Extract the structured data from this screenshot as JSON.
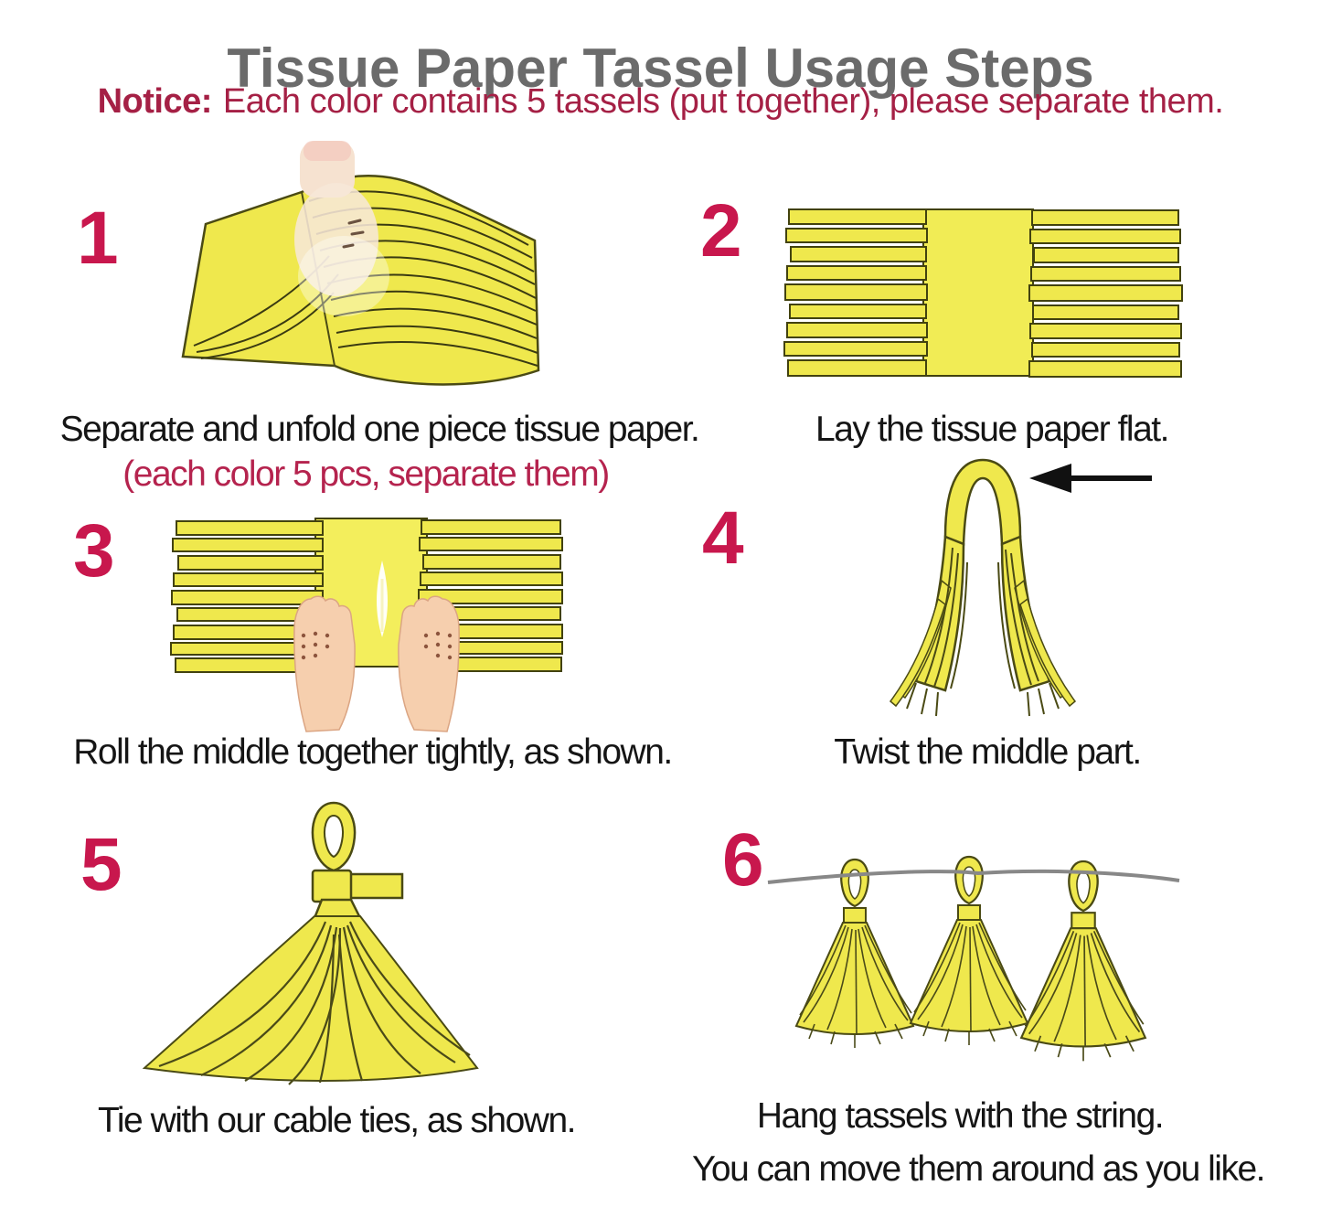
{
  "title": "Tissue Paper Tassel Usage Steps",
  "notice": {
    "label": "Notice:",
    "text": "Each color contains 5 tassels (put together), please separate them."
  },
  "steps": [
    {
      "number": "1",
      "caption": "Separate and unfold one piece tissue paper.",
      "subcaption": "(each color 5 pcs, separate them)",
      "illustration": "hand-separating-folded-tissue"
    },
    {
      "number": "2",
      "caption": "Lay the tissue paper flat.",
      "illustration": "flat-fringed-tissue-paper"
    },
    {
      "number": "3",
      "caption": "Roll the middle together tightly, as shown.",
      "illustration": "hands-rolling-middle"
    },
    {
      "number": "4",
      "caption": "Twist the middle part.",
      "illustration": "twisted-tassel-with-arrow"
    },
    {
      "number": "5",
      "caption": "Tie with our cable ties, as shown.",
      "illustration": "tassel-tied-with-cable-tie"
    },
    {
      "number": "6",
      "caption": "Hang tassels with the string.",
      "caption2": "You can move them around as you like.",
      "illustration": "three-tassels-hanging-on-string"
    }
  ],
  "colors": {
    "title_gray": "#6b6b6b",
    "step_number_crimson": "#c8174d",
    "notice_crimson": "#a52045",
    "subcaption_crimson": "#b5234e",
    "caption_black": "#151515",
    "tissue_yellow": "#efe84d",
    "outline_olive": "#4a4a14",
    "string_gray": "#888888",
    "skin": "#f6d4b4"
  }
}
